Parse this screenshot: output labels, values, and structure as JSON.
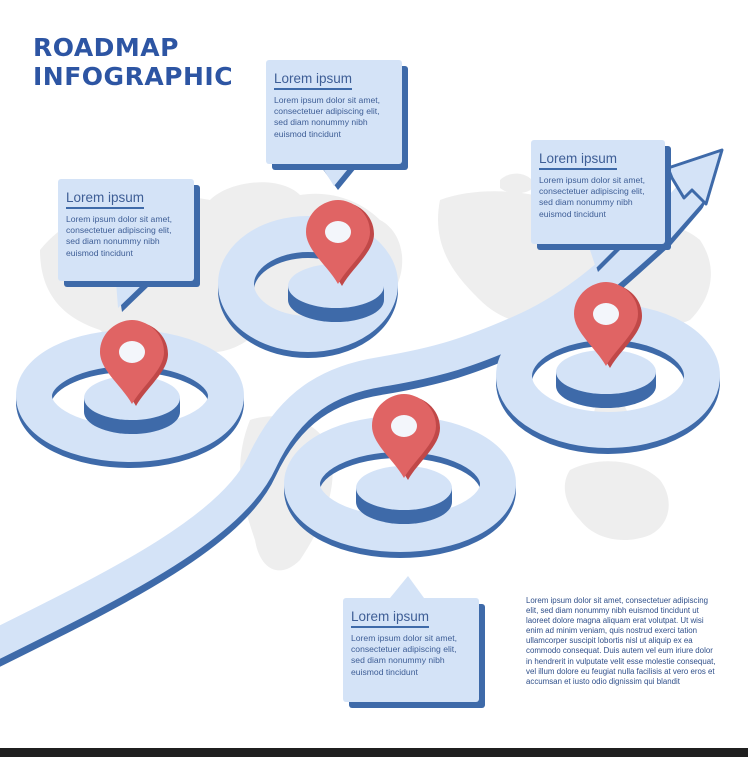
{
  "title": {
    "line1": "ROADMAP",
    "line2": "INFOGRAPHIC"
  },
  "colors": {
    "title": "#2d55a3",
    "road": "#d4e3f7",
    "road_side": "#3e6aa9",
    "pin": "#e06464",
    "pin_dark": "#c04848",
    "map": "#eeeeee"
  },
  "callouts": [
    {
      "heading": "Lorem ipsum",
      "text": "Lorem ipsum dolor sit amet, consectetuer adipiscing elit, sed diam nonummy nibh euismod tincidunt"
    },
    {
      "heading": "Lorem ipsum",
      "text": "Lorem ipsum dolor sit amet, consectetuer adipiscing elit, sed diam nonummy nibh euismod tincidunt"
    },
    {
      "heading": "Lorem ipsum",
      "text": "Lorem ipsum dolor sit amet, consectetuer adipiscing elit, sed diam nonummy nibh euismod tincidunt"
    },
    {
      "heading": "Lorem ipsum",
      "text": "Lorem ipsum dolor sit amet, consectetuer adipiscing elit, sed diam nonummy nibh euismod tincidunt"
    }
  ],
  "body_text": "Lorem ipsum dolor sit amet, consectetuer adipiscing elit, sed diam nonummy nibh euismod tincidunt ut laoreet dolore magna aliquam erat volutpat. Ut wisi enim ad minim veniam, quis nostrud exerci tation ullamcorper suscipit lobortis nisl ut aliquip ex ea commodo consequat. Duis autem vel eum iriure dolor in hendrerit in vulputate velit esse molestie consequat, vel illum dolore eu feugiat nulla facilisis at vero eros et accumsan et iusto odio dignissim qui blandit"
}
